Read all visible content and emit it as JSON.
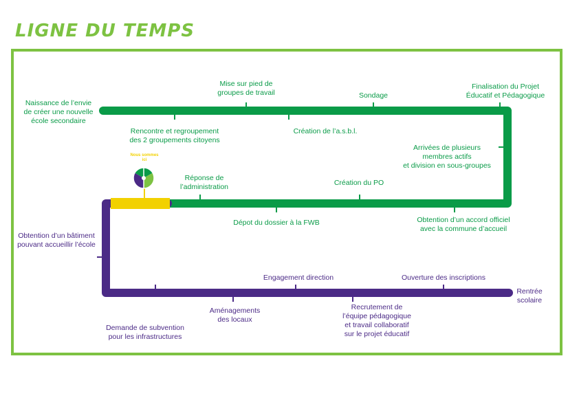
{
  "title": "LIGNE DU TEMPS",
  "colors": {
    "green": "#0a9b48",
    "purple": "#4b2a86",
    "yellow": "#f2d100",
    "frame": "#7dc242"
  },
  "badge": {
    "text": "Nous sommes\nici"
  },
  "labels": {
    "naissance": "Naissance de l’envie\nde créer une nouvelle\nécole secondaire",
    "mise_sur_pied": "Mise sur pied de\ngroupes de travail",
    "sondage": "Sondage",
    "finalisation": "Finalisation du Projet\nÉducatif et Pédagogique",
    "rencontre": "Rencontre et regroupement\ndes 2 groupements citoyens",
    "creation_asbl": "Création de l’a.s.b.l.",
    "arrivees": "Arrivées de plusieurs\nmembres actifs\net division en sous-groupes",
    "reponse": "Réponse de\nl’administration",
    "creation_po": "Création du PO",
    "depot": "Dépot du dossier à la FWB",
    "obtention_accord": "Obtention d’un accord officiel\navec la commune d’accueil",
    "obtention_batiment": "Obtention d’un bâtiment\npouvant accueillir l’école",
    "engagement": "Engagement direction",
    "ouverture": "Ouverture des inscriptions",
    "rentree": "Rentrée\nscolaire",
    "amenagements": "Aménagements\ndes locaux",
    "recrutement": "Recrutement de\nl’équipe pédagogique\net travail collaboratif\nsur le projet éducatif",
    "demande": "Demande de subvention\npour les infrastructures"
  }
}
